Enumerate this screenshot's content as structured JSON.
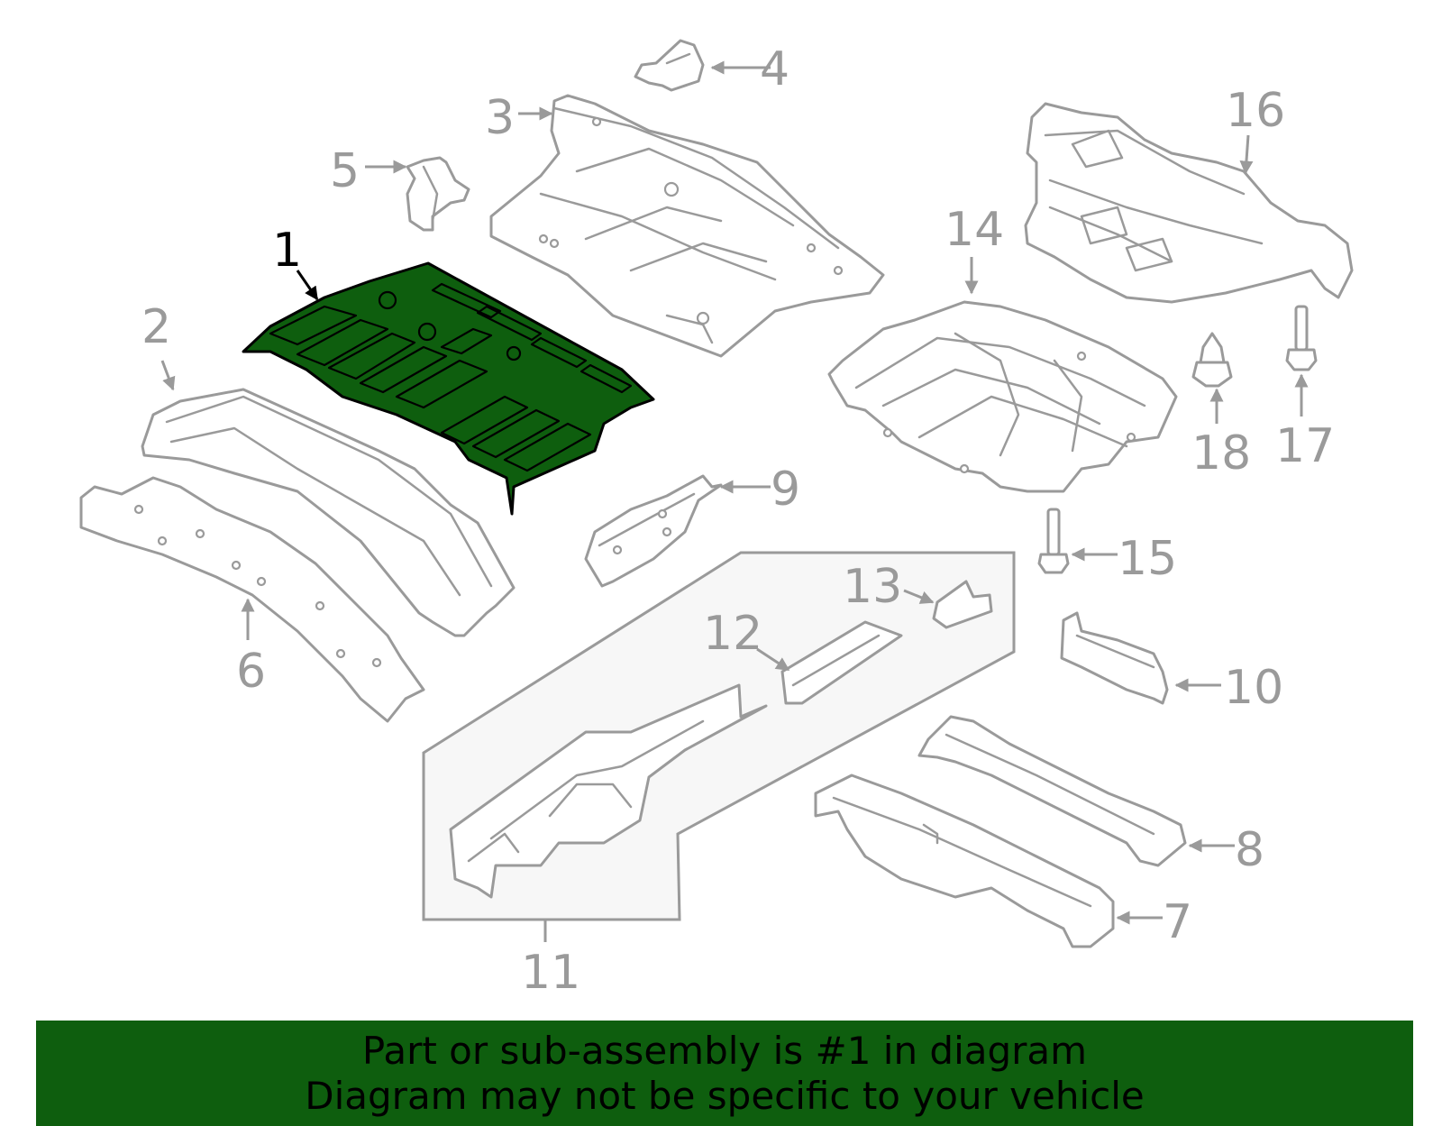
{
  "callouts": {
    "c1": "1",
    "c2": "2",
    "c3": "3",
    "c4": "4",
    "c5": "5",
    "c6": "6",
    "c7": "7",
    "c8": "8",
    "c9": "9",
    "c10": "10",
    "c11": "11",
    "c12": "12",
    "c13": "13",
    "c14": "14",
    "c15": "15",
    "c16": "16",
    "c17": "17",
    "c18": "18"
  },
  "highlighted_part": "1",
  "colors": {
    "highlight": "#0e5e0e",
    "outline": "#9a9a9a",
    "banner_bg": "#0e5e0e"
  },
  "banner": {
    "line1": "Part or sub-assembly is #1 in diagram",
    "line2": "Diagram may not be specific to your vehicle"
  }
}
